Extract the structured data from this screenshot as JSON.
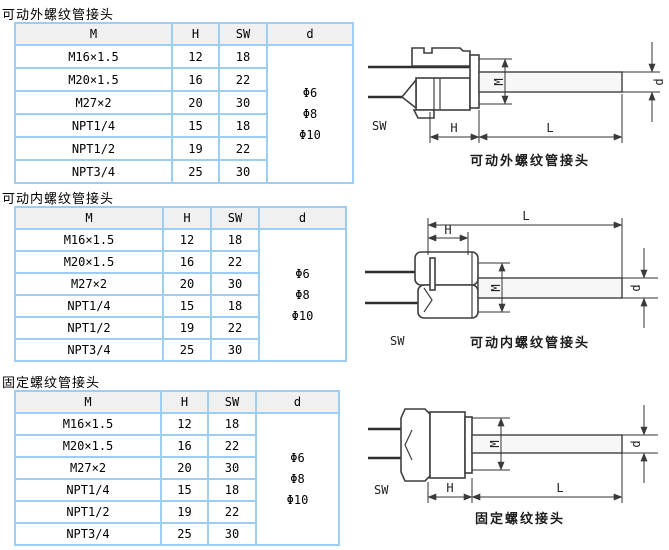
{
  "colors": {
    "table_border": "#9bcef0",
    "header_bg": "#f0f0f0",
    "diagram_line": "#3f3f3f"
  },
  "sections": [
    {
      "title": "可动外螺纹管接头",
      "caption": "可动外螺纹管接头",
      "headers": [
        "M",
        "H",
        "SW",
        "d"
      ],
      "rows": [
        [
          "M16×1.5",
          "12",
          "18"
        ],
        [
          "M20×1.5",
          "16",
          "22"
        ],
        [
          "M27×2",
          "20",
          "30"
        ],
        [
          "NPT1/4",
          "15",
          "18"
        ],
        [
          "NPT1/2",
          "19",
          "22"
        ],
        [
          "NPT3/4",
          "25",
          "30"
        ]
      ],
      "d_values": [
        "Φ6",
        "Φ8",
        "Φ10"
      ],
      "dims": {
        "sw": "SW",
        "h": "H",
        "l": "L",
        "m": "M",
        "d": "d"
      }
    },
    {
      "title": "可动内螺纹管接头",
      "caption": "可动内螺纹管接头",
      "headers": [
        "M",
        "H",
        "SW",
        "d"
      ],
      "rows": [
        [
          "M16×1.5",
          "12",
          "18"
        ],
        [
          "M20×1.5",
          "16",
          "22"
        ],
        [
          "M27×2",
          "20",
          "30"
        ],
        [
          "NPT1/4",
          "15",
          "18"
        ],
        [
          "NPT1/2",
          "19",
          "22"
        ],
        [
          "NPT3/4",
          "25",
          "30"
        ]
      ],
      "d_values": [
        "Φ6",
        "Φ8",
        "Φ10"
      ],
      "dims": {
        "sw": "SW",
        "h": "H",
        "l": "L",
        "m": "M",
        "d": "d"
      }
    },
    {
      "title": "固定螺纹管接头",
      "caption": "固定螺纹接头",
      "headers": [
        "M",
        "H",
        "SW",
        "d"
      ],
      "rows": [
        [
          "M16×1.5",
          "12",
          "18"
        ],
        [
          "M20×1.5",
          "16",
          "22"
        ],
        [
          "M27×2",
          "20",
          "30"
        ],
        [
          "NPT1/4",
          "15",
          "18"
        ],
        [
          "NPT1/2",
          "19",
          "22"
        ],
        [
          "NPT3/4",
          "25",
          "30"
        ]
      ],
      "d_values": [
        "Φ6",
        "Φ8",
        "Φ10"
      ],
      "dims": {
        "sw": "SW",
        "h": "H",
        "l": "L",
        "m": "M",
        "d": "d"
      }
    }
  ]
}
